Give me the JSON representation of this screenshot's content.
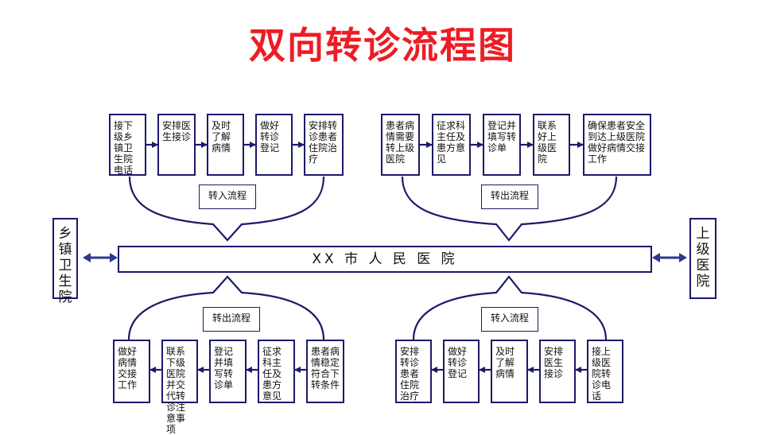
{
  "title": "双向转诊流程图",
  "central": "XX 市 人 民 医 院",
  "left_side": "乡镇卫生院",
  "right_side": "上级医院",
  "top_left": {
    "label": "转入流程",
    "steps": [
      "接下级乡镇卫生院电话",
      "安排医生接诊",
      "及时了解病情",
      "做好转诊登记",
      "安排转诊患者住院治疗"
    ]
  },
  "top_right": {
    "label": "转出流程",
    "steps": [
      "患者病情需要转上级医院",
      "征求科主任及患方意见",
      "登记并填写转诊单",
      "联系好上级医院",
      "确保患者安全到达上级医院做好病情交接工作"
    ]
  },
  "bottom_left": {
    "label": "转出流程",
    "steps": [
      "做好病情交接工作",
      "联系下级医院并交代转诊注意事项",
      "登记并填写转诊单",
      "征求科主任及患方意见",
      "患者病情稳定符合下转条件"
    ]
  },
  "bottom_right": {
    "label": "转入流程",
    "steps": [
      "安排转诊患者住院治疗",
      "做好转诊登记",
      "及时了解病情",
      "安排医生接诊",
      "接上级医院转诊电话"
    ]
  },
  "colors": {
    "title": "#ee1c25",
    "line": "#1b1a6b",
    "arrow": "#2b3a8f"
  }
}
